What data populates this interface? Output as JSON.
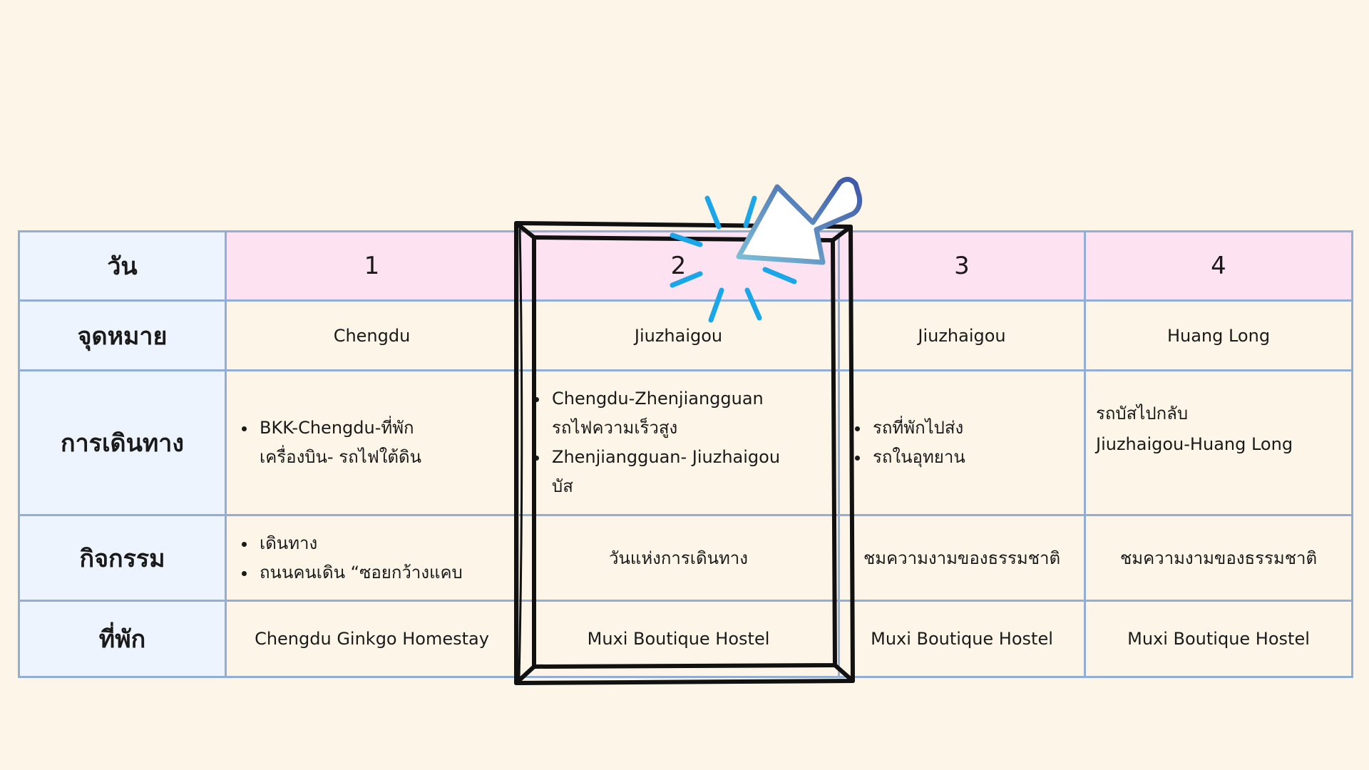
{
  "row_labels": {
    "day": "วัน",
    "destination": "จุดหมาย",
    "travel": "การเดินทาง",
    "activity": "กิจกรรม",
    "accommodation": "ที่พัก"
  },
  "days": [
    {
      "number": "1",
      "destination": "Chengdu",
      "travel": [
        "BKK-Chengdu-ที่พัก",
        "เครื่องบิน- รถไฟใต้ดิน"
      ],
      "activity": [
        "เดินทาง",
        "ถนนคนเดิน “ซอยกว้างแคบ"
      ],
      "accommodation": "Chengdu Ginkgo Homestay"
    },
    {
      "number": "2",
      "destination": "Jiuzhaigou",
      "travel": [
        "Chengdu-Zhenjiangguan",
        "รถไฟความเร็วสูง",
        "Zhenjiangguan- Jiuzhaigou",
        "บัส"
      ],
      "activity": "วันแห่งการเดินทาง",
      "accommodation": "Muxi Boutique Hostel"
    },
    {
      "number": "3",
      "destination": "Jiuzhaigou",
      "travel": [
        "รถที่พักไปส่ง",
        "รถในอุทยาน"
      ],
      "activity": "ชมความงามของธรรมชาติ",
      "accommodation": "Muxi Boutique Hostel"
    },
    {
      "number": "4",
      "destination": "Huang Long",
      "travel": [
        "รถบัสไปกลับ",
        "Jiuzhaigou-Huang Long"
      ],
      "activity": "ชมความงามของธรรมชาติ",
      "accommodation": "Muxi Boutique Hostel"
    }
  ],
  "colors": {
    "background": "#fdf5e8",
    "header_row": "#fde2f1",
    "label_column": "#eef4fd",
    "border": "#93aed6",
    "highlight_frame": "#111111",
    "sparkle": "#1aa6e8",
    "arrow_gradient_start": "#3d55a8",
    "arrow_gradient_end": "#7dc0d6"
  },
  "icons": {
    "highlight": "hand-drawn-frame",
    "pointer": "pointer-arrow-icon",
    "sparkle": "sparkle-icon"
  }
}
